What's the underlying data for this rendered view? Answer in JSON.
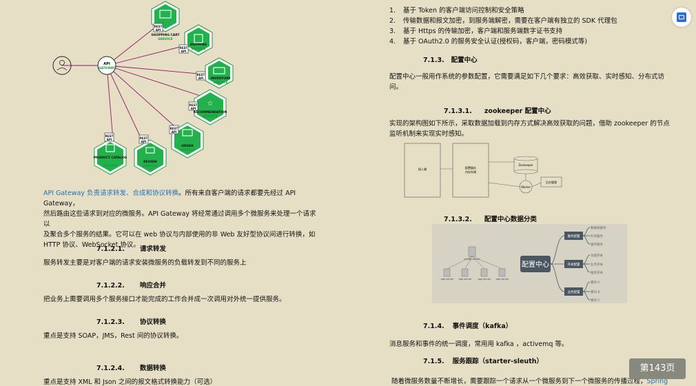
{
  "left": {
    "diagram": {
      "client_icon": "person-icon",
      "gateway_label": [
        "API",
        "GATEWAY"
      ],
      "rest_label": [
        "REST",
        "API"
      ],
      "services": [
        {
          "name": "SHOPPING CART",
          "sub": "SERVICE",
          "icon": "cart-icon"
        },
        {
          "name": "SHIPPING",
          "sub": "SERVICE",
          "icon": "box-icon"
        },
        {
          "name": "INVENTORY",
          "sub": "SERVICE",
          "icon": "truck-icon"
        },
        {
          "name": "RECOMMENDATION",
          "sub": "SERVICE",
          "icon": "star-icon"
        },
        {
          "name": "ORDER",
          "sub": "SERVICE",
          "icon": "cash-register-icon"
        },
        {
          "name": "REVIEW",
          "sub": "SERVICE",
          "icon": "chat-icon"
        },
        {
          "name": "PRODUCT CATALOG",
          "sub": "SERVICE",
          "icon": "catalog-icon"
        }
      ]
    },
    "intro_link": "API Gateway 负责请求转发、合成和协议转换",
    "intro_rest": "。所有来自客户端的请求都要先经过 API Gateway，",
    "intro_lines": [
      "然后路由这些请求到对应的微服务。API Gateway 将经常通过调用多个微服务来处理一个请求以",
      "及聚合多个服务的结果。它可以在 web 协议与内部使用的非 Web 友好型协议间进行转换，如",
      "HTTP 协议、WebSocket 协议。"
    ],
    "sections": [
      {
        "num": "7.1.2.1.",
        "title": "请求转发",
        "body": "服务转发主要是对客户端的请求安装微服务的负载转发到不同的服务上"
      },
      {
        "num": "7.1.2.2.",
        "title": "响应合并",
        "body": "把业务上需要调用多个服务接口才能完成的工作合并成一次调用对外统一提供服务。"
      },
      {
        "num": "7.1.2.3.",
        "title": "协议转换",
        "body": "重点是支持 SOAP，JMS，Rest 间的协议转换。"
      },
      {
        "num": "7.1.2.4.",
        "title": "数据转换",
        "body": "重点是支持 XML 和 Json 之间的报文格式转换能力（可选）"
      }
    ]
  },
  "right": {
    "list": [
      {
        "n": "1.",
        "text": "基于 Token 的客户端访问控制和安全策略"
      },
      {
        "n": "2.",
        "text": "传输数据和报文加密，到服务端解密，需要在客户端有独立的 SDK 代理包"
      },
      {
        "n": "3.",
        "text": "基于 Https 的传输加密，客户端和服务端数字证书支持"
      },
      {
        "n": "4.",
        "text": "基于 OAuth2.0 的服务安全认证(授权码，客户端，密码模式等)"
      }
    ],
    "h713": {
      "num": "7.1.3.",
      "title": "配置中心"
    },
    "p713": [
      "配置中心一般用作系统的参数配置，它需要满足如下几个要求：高效获取、实时感知、分布式访",
      "问。"
    ],
    "h7131": {
      "num": "7.1.3.1.",
      "title": "zookeeper 配置中心"
    },
    "p7131": [
      "实现的架构图如下所示，采取数据加载到内存方式解决高效获取的问题，借助 zookeeper 的节点",
      "监听机制来实现实时感知。"
    ],
    "zk_diagram": {
      "box1": "接入端",
      "box2": "配置缓存\n内存存储",
      "cyl": "Zookeeper",
      "worker": "Worker",
      "box3": "后台管理"
    },
    "h7132": {
      "num": "7.1.3.2.",
      "title": "配置中心数据分类"
    },
    "mindmap": {
      "center": "配置中心",
      "branches": [
        {
          "label": "服务配置",
          "leaves": [
            "数据库服务",
            "队列服务",
            "缓存服务"
          ]
        },
        {
          "label": "开关配置",
          "leaves": [
            "功能开关",
            "业务开关",
            "服务开关"
          ]
        },
        {
          "label": "业务配置",
          "leaves": [
            "模块 A",
            "模块 B",
            "模块 C"
          ]
        }
      ],
      "servers": [
        "app server",
        "app server",
        "app server",
        "app server"
      ],
      "top_server": "config server"
    },
    "h714": {
      "num": "7.1.4.",
      "title": "事件调度（kafka）"
    },
    "p714": "消息服务和事件的统一调度，常用用 kafka ，activemq 等。",
    "h715": {
      "num": "7.1.5.",
      "title": "服务跟踪（starter-sleuth）"
    },
    "p715": "随着微服务数量不断增长，需要跟踪一个请求从一个微服务到下一个微服务的传播过程，",
    "p715_link": "Spring"
  },
  "ui": {
    "page_badge": "第143页",
    "float_button_icon": "translate-icon"
  }
}
